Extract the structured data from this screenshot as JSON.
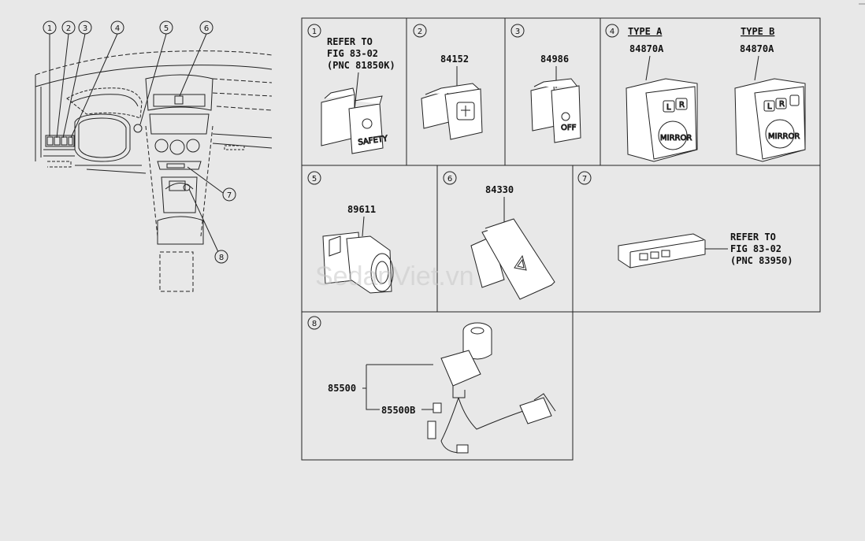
{
  "callouts_left": [
    "1",
    "2",
    "3",
    "4",
    "5",
    "6",
    "7",
    "8"
  ],
  "panels": {
    "p1": {
      "num": "1",
      "lines": [
        "REFER TO",
        "FIG 83-02",
        "(PNC 81850K)"
      ],
      "switch_text": "SAFETY"
    },
    "p2": {
      "num": "2",
      "part": "84152"
    },
    "p3": {
      "num": "3",
      "part": "84986",
      "switch_text": "OFF"
    },
    "p4": {
      "num": "4",
      "type_a": "TYPE A",
      "type_b": "TYPE B",
      "part_a": "84870A",
      "part_b": "84870A",
      "mirror_label": "MIRROR",
      "btn_l": "L",
      "btn_r": "R"
    },
    "p5": {
      "num": "5",
      "part": "89611"
    },
    "p6": {
      "num": "6",
      "part": "84330"
    },
    "p7": {
      "num": "7",
      "lines": [
        "REFER TO",
        "FIG 83-02",
        "(PNC 83950)"
      ]
    },
    "p8": {
      "num": "8",
      "part_a": "85500",
      "part_b": "85500B"
    }
  },
  "watermark": "SedanViet.vn"
}
